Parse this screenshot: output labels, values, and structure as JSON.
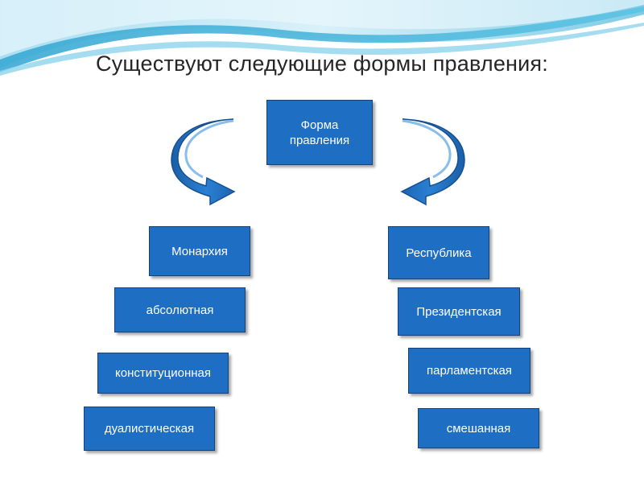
{
  "slide": {
    "title": "Существуют следующие формы правления:",
    "root": "Форма правления",
    "left_branch": {
      "head": "Монархия",
      "items": [
        "абсолютная",
        "конституционная",
        "дуалистическая"
      ]
    },
    "right_branch": {
      "head": "Республика",
      "items": [
        "Президентская",
        "парламентская",
        "смешанная"
      ]
    }
  },
  "colors": {
    "box_fill": "#1e6fc4",
    "box_border": "#15427a",
    "box_text": "#ffffff",
    "title_text": "#262626",
    "wave_light": "#bfe6f4",
    "wave_dark": "#3db1d8"
  },
  "icons": [
    "curved-arrow-left-icon",
    "curved-arrow-right-icon"
  ]
}
